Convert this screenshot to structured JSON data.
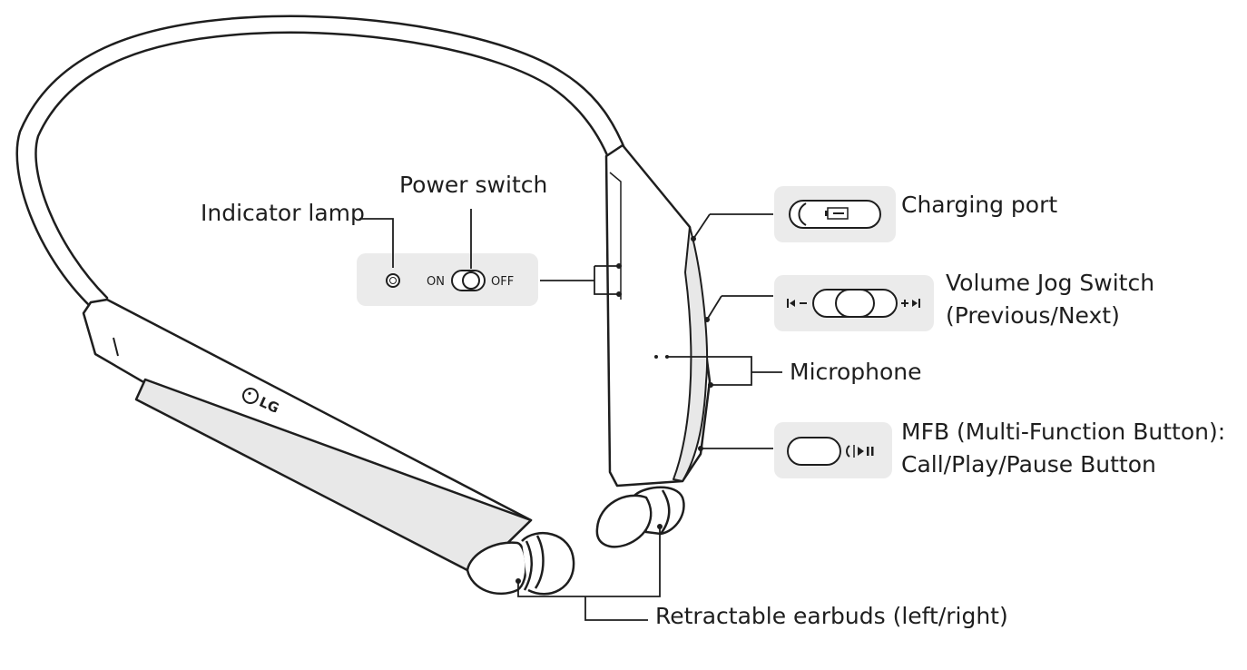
{
  "brand": {
    "logo_text": "LG"
  },
  "labels": {
    "power_switch": "Power switch",
    "indicator_lamp": "Indicator lamp",
    "charging_port": "Charging port",
    "volume_line1": "Volume Jog Switch",
    "volume_line2": "(Previous/Next)",
    "microphone": "Microphone",
    "mfb_line1": "MFB (Multi-Function Button):",
    "mfb_line2": "Call/Play/Pause Button",
    "earbuds": "Retractable earbuds (left/right)"
  },
  "switch_states": {
    "on": "ON",
    "off": "OFF"
  },
  "colors": {
    "line": "#1e1e1e",
    "panel": "#ebebeb",
    "body_fill": "#ffffff",
    "band_shade": "#e8e8e8"
  },
  "icons": {
    "battery": "battery-icon",
    "prev": "previous-track-icon",
    "next": "next-track-icon",
    "call_play_pause": "call-play-pause-icon"
  }
}
